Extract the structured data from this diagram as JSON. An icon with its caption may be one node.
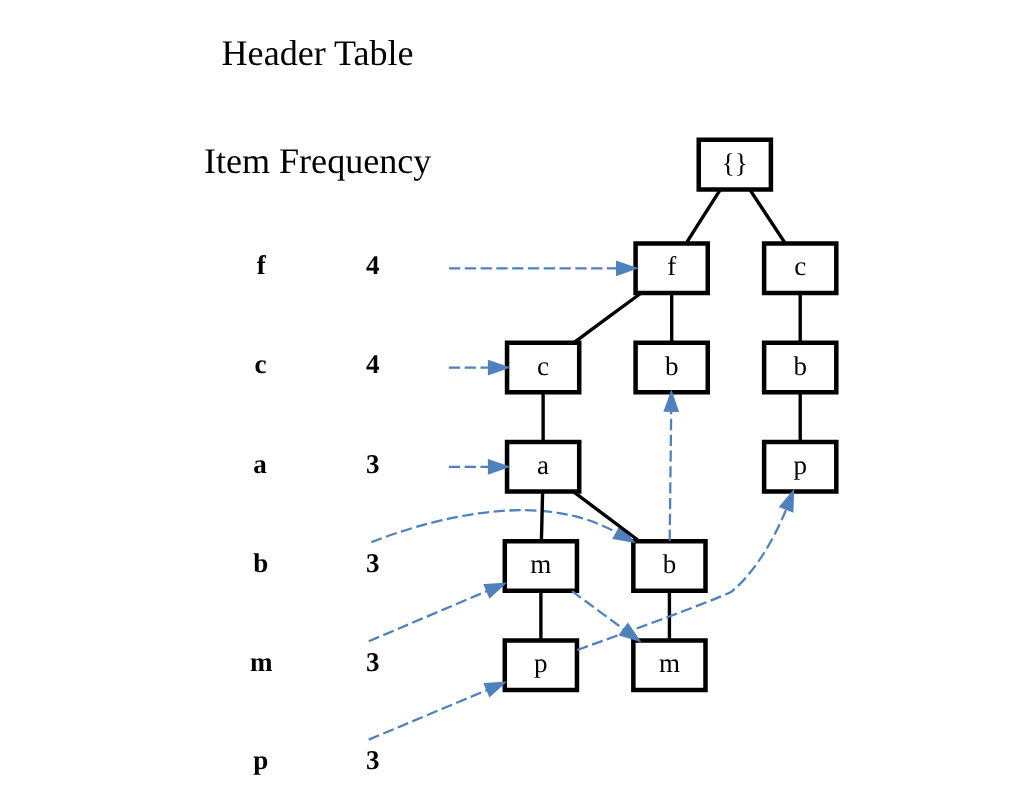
{
  "diagram": {
    "nodes": [
      {
        "text": [
          "f",
          "4"
        ]
      },
      {
        "text": [
          "c",
          "4"
        ]
      },
      {
        "text": [
          "a",
          "3"
        ]
      },
      {
        "text": [
          "b",
          "3"
        ]
      },
      {
        "text": [
          "m",
          "3"
        ]
      },
      {
        "text": [
          "p",
          "3"
        ]
      },
      {
        "text": [
          "{}"
        ]
      },
      {
        "text": [
          "f"
        ]
      },
      {
        "text": [
          "c"
        ]
      },
      {
        "text": [
          "c"
        ]
      },
      {
        "text": [
          "b"
        ]
      },
      {
        "text": [
          "b"
        ]
      },
      {
        "text": [
          "a"
        ]
      },
      {
        "text": [
          "p"
        ]
      },
      {
        "text": [
          "m"
        ]
      },
      {
        "text": [
          "b"
        ]
      },
      {
        "text": [
          "p"
        ]
      },
      {
        "text": [
          "m"
        ]
      }
    ],
    "edges": [
      {
        "from": 6,
        "to": 7,
        "arrow": "none"
      },
      {
        "from": 6,
        "to": 8,
        "arrow": "none"
      },
      {
        "from": 7,
        "to": 9,
        "arrow": "none"
      },
      {
        "from": 7,
        "to": 10,
        "arrow": "none"
      },
      {
        "from": 8,
        "to": 11,
        "arrow": "none"
      },
      {
        "from": 9,
        "to": 12,
        "arrow": "none"
      },
      {
        "from": 11,
        "to": 13,
        "arrow": "none"
      },
      {
        "from": 12,
        "to": 14,
        "arrow": "none"
      },
      {
        "from": 12,
        "to": 15,
        "arrow": "none"
      },
      {
        "from": 14,
        "to": 16,
        "arrow": "none"
      },
      {
        "from": 15,
        "to": 17,
        "arrow": "none"
      },
      {
        "from": 0,
        "to": 7,
        "arrow": "to",
        "style": "dashed",
        "color": "#4f81bd"
      },
      {
        "from": 1,
        "to": 9,
        "arrow": "to",
        "style": "dashed",
        "color": "#4f81bd"
      },
      {
        "from": 2,
        "to": 12,
        "arrow": "to",
        "style": "dashed",
        "color": "#4f81bd"
      },
      {
        "from": 3,
        "to": 15,
        "arrow": "to",
        "style": "dashed",
        "color": "#4f81bd"
      },
      {
        "from": 4,
        "to": 14,
        "arrow": "to",
        "style": "dashed",
        "color": "#4f81bd"
      },
      {
        "from": 5,
        "to": 16,
        "arrow": "to",
        "style": "dashed",
        "color": "#4f81bd"
      },
      {
        "from": 15,
        "to": 10,
        "arrow": "to",
        "style": "dashed",
        "color": "#4f81bd"
      },
      {
        "from": 14,
        "to": 17,
        "arrow": "to",
        "style": "dashed",
        "color": "#4f81bd"
      },
      {
        "from": 16,
        "to": 13,
        "arrow": "to",
        "style": "dashed",
        "color": "#4f81bd"
      }
    ],
    "labels": [
      "Header Table",
      "Item Frequency"
    ]
  }
}
